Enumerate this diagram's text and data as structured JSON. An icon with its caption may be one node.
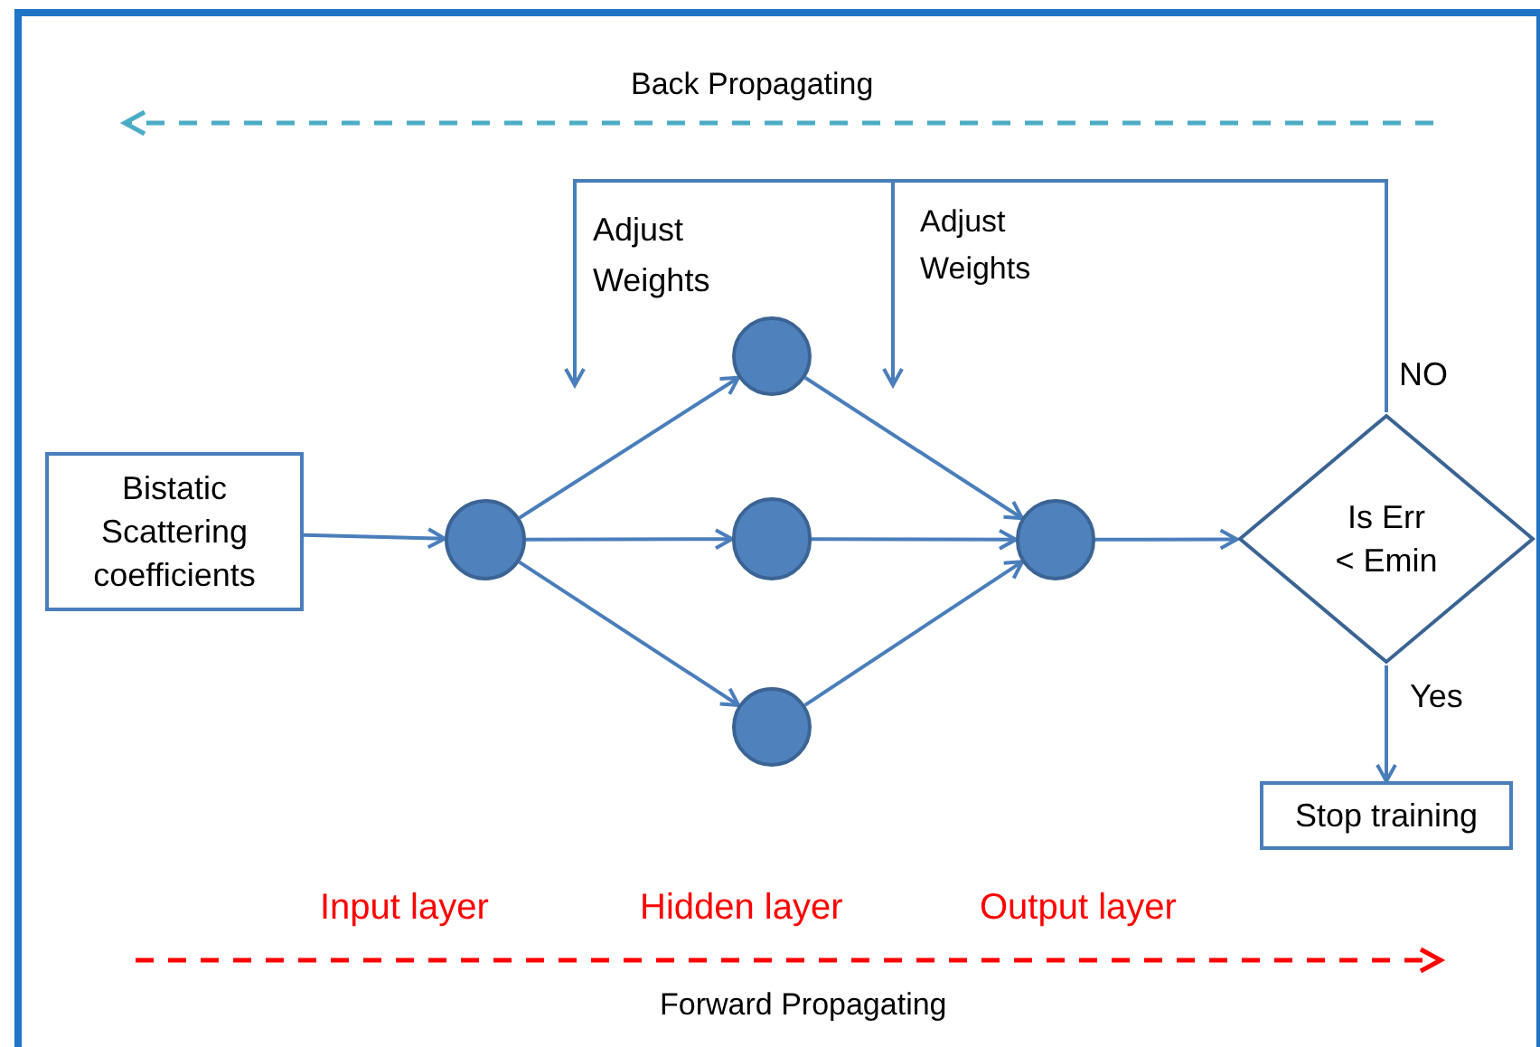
{
  "diagram": {
    "nodes": [
      {
        "text": [
          "Bistatic Scattering coefficients"
        ]
      },
      {
        "text": [],
        "shape": "circle"
      },
      {
        "text": [],
        "shape": "circle"
      },
      {
        "text": [],
        "shape": "circle"
      },
      {
        "text": [],
        "shape": "circle"
      },
      {
        "text": [],
        "shape": "circle"
      },
      {
        "text": [
          "Is Err < Emin"
        ]
      },
      {
        "text": [
          "Stop training"
        ]
      }
    ],
    "edges": [
      {
        "from": 0,
        "to": 1,
        "arrow": "to"
      },
      {
        "from": 1,
        "to": 2,
        "arrow": "to"
      },
      {
        "from": 1,
        "to": 3,
        "arrow": "to"
      },
      {
        "from": 1,
        "to": 4,
        "arrow": "to"
      },
      {
        "from": 2,
        "to": 5,
        "arrow": "to"
      },
      {
        "from": 3,
        "to": 5,
        "arrow": "to"
      },
      {
        "from": 4,
        "to": 5,
        "arrow": "to"
      },
      {
        "from": 5,
        "to": 6,
        "arrow": "to"
      },
      {
        "from": 6,
        "to": 7,
        "label": "Yes",
        "arrow": "to"
      },
      {
        "from": 6,
        "to": null,
        "label": "NO",
        "arrow": "to"
      },
      {
        "from": 6,
        "to": null,
        "arrow": "to"
      }
    ],
    "labels": [
      "Back Propagating",
      "Adjust Weights",
      "Adjust Weights",
      "Input layer",
      "Hidden layer",
      "Output layer",
      "Forward Propagating"
    ]
  }
}
